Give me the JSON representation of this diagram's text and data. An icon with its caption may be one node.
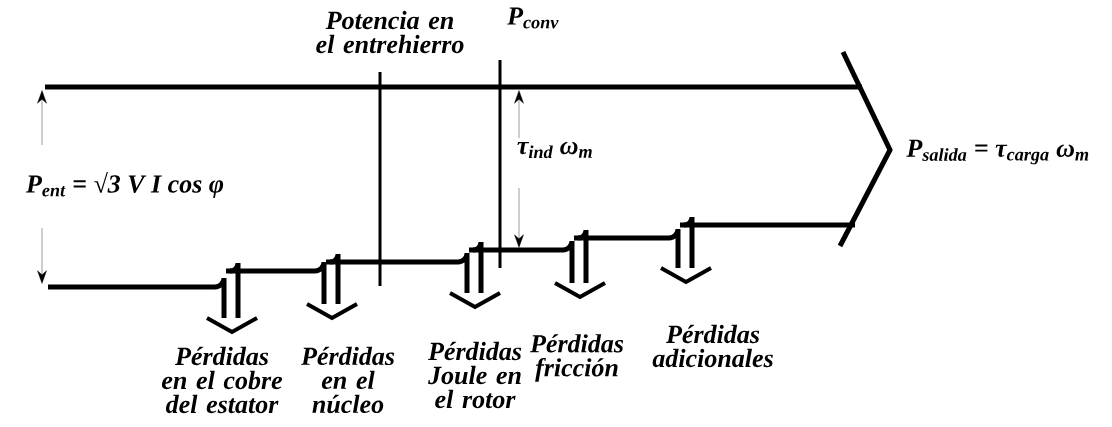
{
  "diagram": {
    "labels": [
      "Potencia en el entrehierro",
      "P$_{conv}$",
      "P$_{ent}$ = √3 V I cos φ",
      "τ$_{ind}$ ω$_{m}$",
      "P$_{salida}$ = τ$_{carga}$ ω$_{m}$",
      "Pérdidas en el cobre del estator",
      "Pérdidas en el núcleo",
      "Pérdidas Joule en el rotor",
      "Pérdidas fricción",
      "Pérdidas adicionales"
    ]
  }
}
